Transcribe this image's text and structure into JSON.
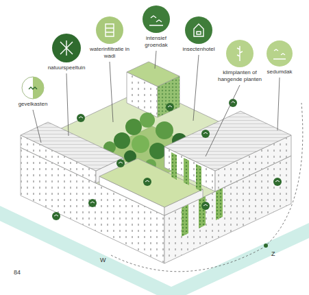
{
  "diagram": {
    "nodes": [
      {
        "text": [
          "gevelkasten"
        ]
      },
      {
        "text": [
          "natuurspeeltuin"
        ]
      },
      {
        "text": [
          "waterinfiltratie in wadi"
        ]
      },
      {
        "text": [
          "intensief groendak"
        ]
      },
      {
        "text": [
          "insectenhotel"
        ]
      },
      {
        "text": [
          "klimplanten of hangende planten"
        ]
      },
      {
        "text": [
          "sedumdak"
        ]
      }
    ],
    "labels": [
      "84",
      "W",
      "Z"
    ]
  }
}
